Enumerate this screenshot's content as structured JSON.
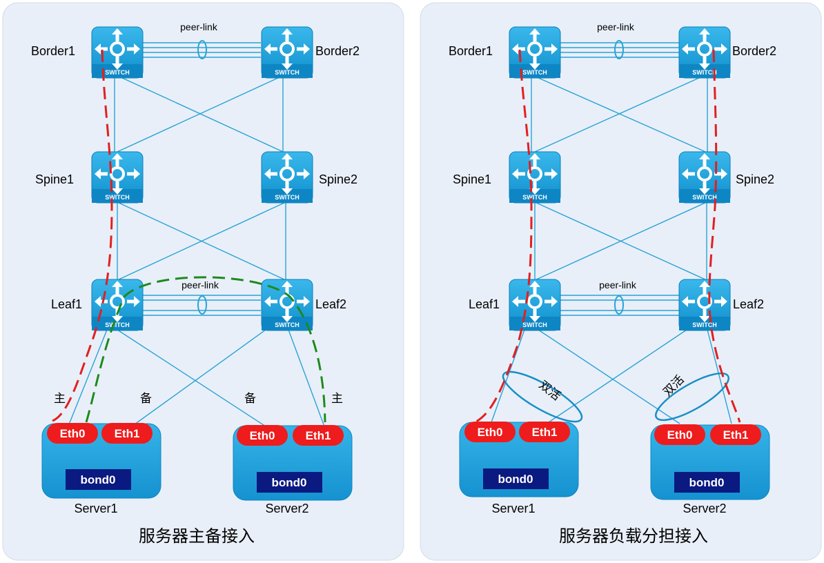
{
  "panels": [
    {
      "caption": "服务器主备接入",
      "peer_link_top": "peer-link",
      "peer_link_leaf": "peer-link",
      "nodes": {
        "border1": {
          "label": "Border1",
          "icon_text": "SWITCH"
        },
        "border2": {
          "label": "Border2",
          "icon_text": "SWITCH"
        },
        "spine1": {
          "label": "Spine1",
          "icon_text": "SWITCH"
        },
        "spine2": {
          "label": "Spine2",
          "icon_text": "SWITCH"
        },
        "leaf1": {
          "label": "Leaf1",
          "icon_text": "SWITCH"
        },
        "leaf2": {
          "label": "Leaf2",
          "icon_text": "SWITCH"
        }
      },
      "servers": [
        {
          "label": "Server1",
          "eth0": "Eth0",
          "eth1": "Eth1",
          "bond": "bond0"
        },
        {
          "label": "Server2",
          "eth0": "Eth0",
          "eth1": "Eth1",
          "bond": "bond0"
        }
      ],
      "link_labels": [
        "主",
        "备",
        "备",
        "主"
      ]
    },
    {
      "caption": "服务器负载分担接入",
      "peer_link_top": "peer-link",
      "peer_link_leaf": "peer-link",
      "nodes": {
        "border1": {
          "label": "Border1",
          "icon_text": "SWITCH"
        },
        "border2": {
          "label": "Border2",
          "icon_text": "SWITCH"
        },
        "spine1": {
          "label": "Spine1",
          "icon_text": "SWITCH"
        },
        "spine2": {
          "label": "Spine2",
          "icon_text": "SWITCH"
        },
        "leaf1": {
          "label": "Leaf1",
          "icon_text": "SWITCH"
        },
        "leaf2": {
          "label": "Leaf2",
          "icon_text": "SWITCH"
        }
      },
      "servers": [
        {
          "label": "Server1",
          "eth0": "Eth0",
          "eth1": "Eth1",
          "bond": "bond0"
        },
        {
          "label": "Server2",
          "eth0": "Eth0",
          "eth1": "Eth1",
          "bond": "bond0"
        }
      ],
      "link_labels": [
        "双活",
        "双活"
      ]
    }
  ],
  "colors": {
    "panel_bg": "#e9eff8",
    "link": "#29a3d6",
    "switch": "#1aa0dc",
    "eth": "#ee1c1c",
    "bond": "#0a1a80",
    "server": "#1ea2dc",
    "primary_path": "#e02020",
    "standby_path": "#1d8a1d"
  }
}
